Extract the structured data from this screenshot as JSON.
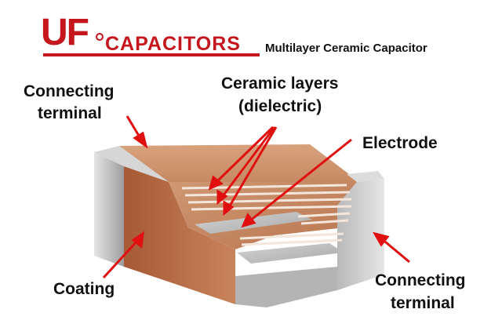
{
  "header": {
    "logo_mark": "UF",
    "logo_word": "CAPACITORS",
    "subtitle": "Multilayer Ceramic Capacitor"
  },
  "labels": {
    "terminal_left_1": "Connecting",
    "terminal_left_2": "terminal",
    "ceramic_1": "Ceramic layers",
    "ceramic_2": "(dielectric)",
    "electrode": "Electrode",
    "coating": "Coating",
    "terminal_right_1": "Connecting",
    "terminal_right_2": "terminal"
  },
  "colors": {
    "brand_red": "#c4161c",
    "arrow_red": "#e01010",
    "ceramic_brown": "#b86d45",
    "terminal_gray": "#c9c9c9"
  }
}
